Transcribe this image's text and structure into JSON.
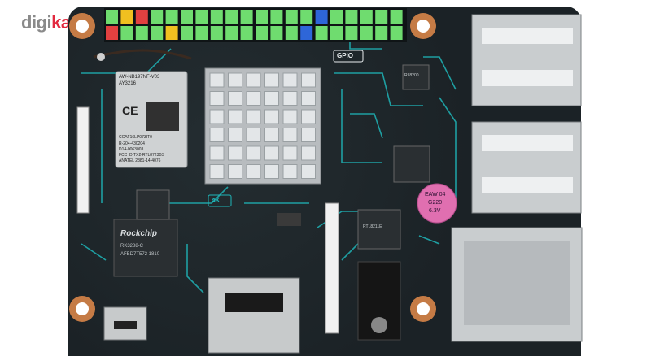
{
  "watermark": {
    "prefix": "digi",
    "accent": "kala",
    "accent_color": "#e2293f"
  },
  "board": {
    "name": "Single-board computer",
    "pcb_color": "#1b2226",
    "trace_color": "#1fb5b8"
  },
  "silkscreen": {
    "gpio_label": "GPIO",
    "wifi_module": {
      "line1": "AW-NB197NF-V03",
      "line2": "AY3216",
      "ce_mark": "CE",
      "line3": "CCAF16LP073IT0",
      "line4": "R-204-430204",
      "line5": "D14-0063003",
      "line6": "FCC ID:TX2-RTL8723BS",
      "line7": "ANATEL 2381-14-4076"
    },
    "soc": {
      "brand": "Rockchip",
      "line1": "RK3288-C",
      "line2": "AFBD7T572 1810"
    },
    "hdmi_label": "4K",
    "capacitor": {
      "line1": "EAW 04",
      "line2": "G220",
      "line3": "6.3V"
    },
    "usb_chip": "RL8200",
    "eth_chip": "RTL8211E"
  },
  "gpio_pins": {
    "top_row_count": 20,
    "colors": [
      "#e24040",
      "#e24040",
      "#f0c020",
      "#2e66d8",
      "#6fdc6f"
    ]
  }
}
